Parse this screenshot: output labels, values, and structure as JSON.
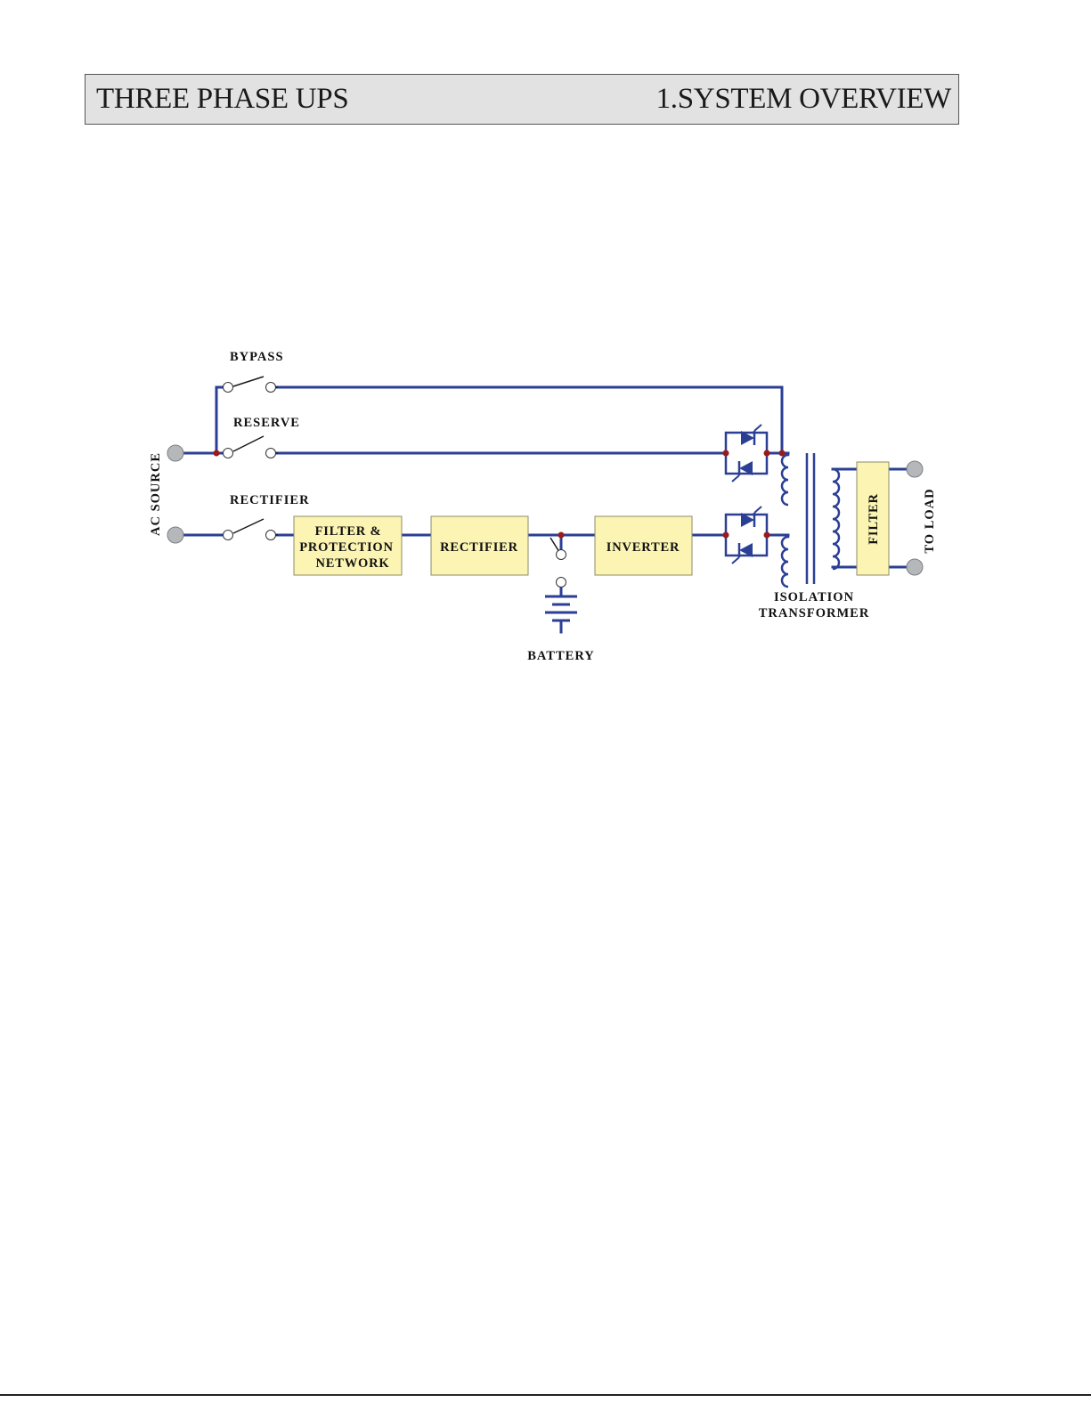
{
  "header": {
    "title": "THREE PHASE UPS",
    "section": "1.SYSTEM OVERVIEW"
  },
  "diagram": {
    "source_label": "AC  SOURCE",
    "load_label": "TO  LOAD",
    "switches": {
      "bypass": "BYPASS",
      "reserve": "RESERVE",
      "rectifier": "RECTIFIER"
    },
    "blocks": {
      "filter_protection": [
        "FILTER &",
        "PROTECTION",
        "NETWORK"
      ],
      "rectifier": "RECTIFIER",
      "inverter": "INVERTER",
      "output_filter": "FILTER"
    },
    "battery_label": "BATTERY",
    "transformer_label": [
      "ISOLATION",
      "TRANSFORMER"
    ],
    "colors": {
      "wire": "#2b3f95",
      "block_fill": "#fbf4b2",
      "block_border": "#8c8c6a",
      "junction": "#9b1b1b",
      "terminal": "#b5b7bb",
      "switch_contact": "#ffffff",
      "header_fill": "#e2e2e2"
    }
  }
}
